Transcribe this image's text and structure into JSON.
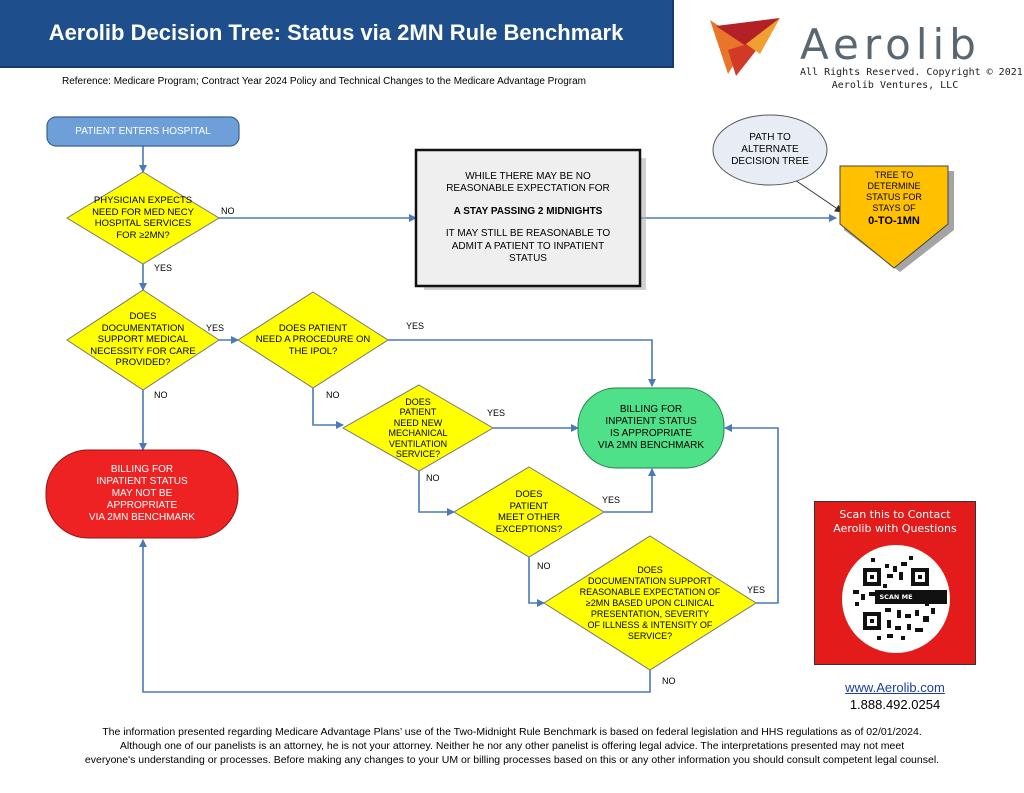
{
  "header": {
    "title": "Aerolib Decision Tree:  Status via 2MN Rule Benchmark",
    "reference": "Reference: Medicare Program; Contract Year 2024 Policy and Technical Changes to the Medicare Advantage Program"
  },
  "brand": {
    "name": "Aerolib",
    "copyright_line1": "All Rights Reserved. Copyright © 2021",
    "copyright_line2": "Aerolib Ventures, LLC"
  },
  "nodes": {
    "start": "PATIENT ENTERS HOSPITAL",
    "q1": [
      "PHYSICIAN EXPECTS",
      "NEED FOR MED NECY",
      "HOSPITAL SERVICES",
      "FOR ≥2MN?"
    ],
    "note": [
      "WHILE THERE MAY BE NO",
      "REASONABLE EXPECTATION FOR",
      "",
      "A STAY PASSING 2 MIDNIGHTS",
      "",
      "IT  MAY STILL BE REASONABLE TO",
      "ADMIT A  PATIENT TO INPATIENT",
      "STATUS"
    ],
    "alt_path": [
      "PATH TO",
      "ALTERNATE",
      "DECISION TREE"
    ],
    "alt_tree": [
      "TREE TO",
      "DETERMINE",
      "STATUS FOR",
      "STAYS OF"
    ],
    "alt_tree_emph": "0-TO-1MN",
    "q2": [
      "DOES",
      "DOCUMENTATION",
      "SUPPORT MEDICAL",
      "NECESSITY FOR CARE",
      "PROVIDED?"
    ],
    "q3": [
      "DOES PATIENT",
      "NEED A PROCEDURE ON",
      "THE IPOL?"
    ],
    "q4": [
      "DOES",
      "PATIENT",
      "NEED NEW",
      "MECHANICAL",
      "VENTILATION",
      "SERVICE?"
    ],
    "q5": [
      "DOES",
      "PATIENT",
      "MEET OTHER",
      "EXCEPTIONS?"
    ],
    "q6": [
      "DOES",
      "DOCUMENTATION SUPPORT",
      "REASONABLE EXPECTATION OF",
      "≥2MN BASED UPON CLINICAL",
      "PRESENTATION, SEVERITY",
      "OF ILLNESS & INTENSITY OF",
      "SERVICE?"
    ],
    "bill_yes": [
      "BILLING FOR",
      "INPATIENT STATUS",
      "IS APPROPRIATE",
      "VIA 2MN BENCHMARK"
    ],
    "bill_no": [
      "BILLING FOR",
      "INPATIENT STATUS",
      "MAY NOT BE",
      "APPROPRIATE",
      "VIA 2MN BENCHMARK"
    ]
  },
  "edge_labels": {
    "q1_no": "NO",
    "q1_yes": "YES",
    "q2_yes": "YES",
    "q2_no": "NO",
    "q3_yes": "YES",
    "q3_no": "NO",
    "q4_yes": "YES",
    "q4_no": "NO",
    "q5_yes": "YES",
    "q5_no": "NO",
    "q6_yes": "YES",
    "q6_no": "NO"
  },
  "contact": {
    "qr_caption_1": "Scan this to Contact",
    "qr_caption_2": "Aerolib with Questions",
    "qr_badge": "SCAN ME",
    "website": "www.Aerolib.com",
    "phone": "1.888.492.0254"
  },
  "footer": {
    "line1": "The information presented regarding Medicare Advantage Plans’ use of the Two-Midnight Rule Benchmark is based on federal legislation and HHS regulations as of 02/01/2024.",
    "line2": "Although one of our panelists is an attorney, he is not your attorney. Neither he nor any other panelist is offering legal advice. The interpretations presented may not meet",
    "line3": "everyone's understanding or processes. Before making any changes to your UM or billing processes based on this or any other information you should consult competent legal counsel."
  },
  "colors": {
    "title_bg": "#1f4e8c",
    "decision": "#ffff00",
    "start": "#6f9fd8",
    "success": "#4fe08a",
    "failure": "#ee2222",
    "alt_tree": "#ffc000",
    "connector": "#4a7ab8"
  }
}
